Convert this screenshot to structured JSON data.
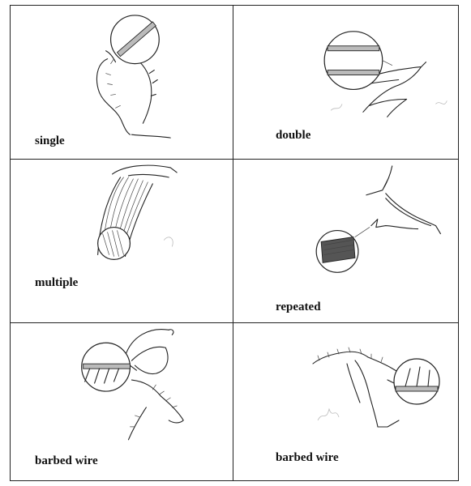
{
  "panels": [
    {
      "id": "single",
      "label": "single"
    },
    {
      "id": "double",
      "label": "double"
    },
    {
      "id": "multiple",
      "label": "multiple"
    },
    {
      "id": "repeated",
      "label": "repeated"
    },
    {
      "id": "barbed-wire-1",
      "label": "barbed wire"
    },
    {
      "id": "barbed-wire-2",
      "label": "barbed wire"
    }
  ]
}
